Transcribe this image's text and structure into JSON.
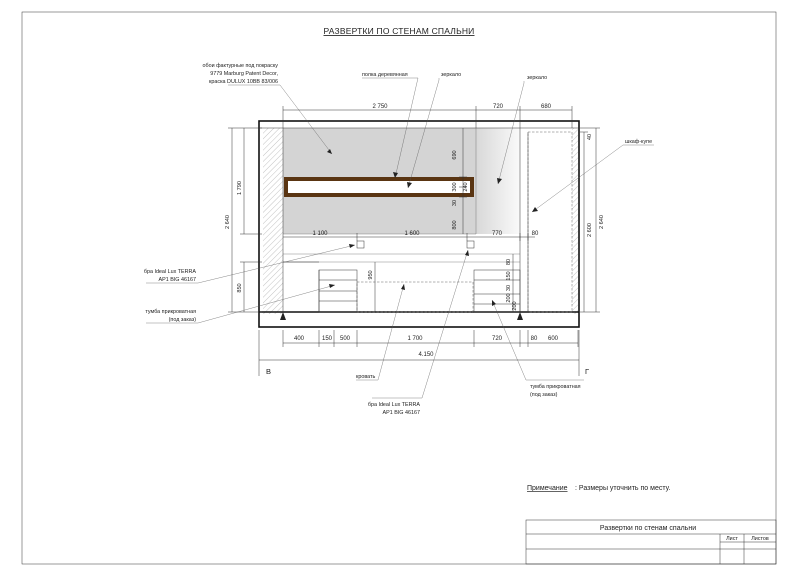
{
  "sheet_title": "РАЗВЕРТКИ ПО СТЕНАМ СПАЛЬНИ",
  "callouts": {
    "wallpaper": [
      "обои фактурные под покраску",
      "9779 Marburg Patent Decor,",
      "краска DULUX 10BB 83/006"
    ],
    "shelf": "полка деревянная",
    "mirror_left": "зеркало",
    "mirror_right": "зеркало",
    "wardrobe": "шкаф-купе",
    "sconce_left": [
      "бра Ideal Lux TERRA",
      "AP1 BIG 46167"
    ],
    "nightstand_left": [
      "тумба прикроватная",
      "(под заказ)"
    ],
    "bed": "кровать",
    "sconce_bottom": [
      "бра Ideal Lux TERRA",
      "AP1 BIG 46167"
    ],
    "nightstand_right": [
      "тумба прикроватная",
      "(под заказ)"
    ]
  },
  "dimensions": {
    "top": [
      "2 750",
      "720",
      "680"
    ],
    "middle": [
      "1 100",
      "1 600",
      "770",
      "80"
    ],
    "bottom": [
      "400",
      "150",
      "500",
      "1 700",
      "720",
      "80",
      "600"
    ],
    "total": "4.150",
    "left_vertical": [
      "1 790",
      "2 640",
      "850"
    ],
    "inner_vertical": [
      "690",
      "300",
      "240",
      "30",
      "800"
    ],
    "small_vertical": [
      "950"
    ],
    "right_small_vertical": [
      "80",
      "150",
      "30",
      "200",
      "200",
      "40"
    ],
    "right_vertical": [
      "2 600",
      "2 640"
    ]
  },
  "view_labels": {
    "left": "В",
    "right": "Г"
  },
  "note": {
    "label": "Примечание",
    "text": ":  Размеры уточнить по месту."
  },
  "stamp": {
    "title": "Развертки по стенам спальни",
    "sheet": "Лист",
    "sheets": "Листов"
  }
}
